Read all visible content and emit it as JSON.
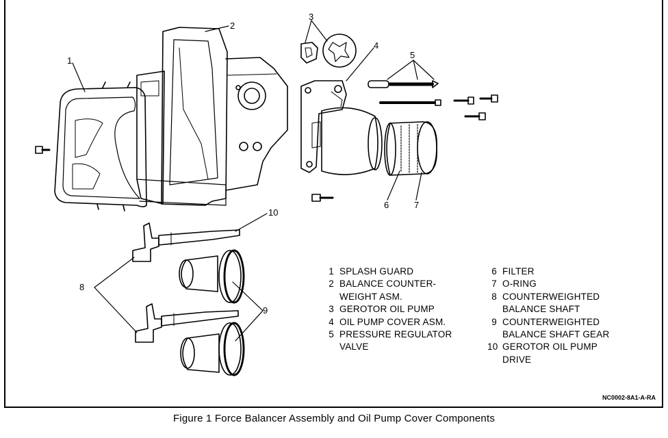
{
  "callouts": [
    "1",
    "2",
    "3",
    "4",
    "5",
    "6",
    "7",
    "8",
    "9",
    "10"
  ],
  "legend": [
    {
      "num": "1",
      "text": "SPLASH GUARD"
    },
    {
      "num": "2",
      "text": "BALANCE COUNTER-\nWEIGHT ASM."
    },
    {
      "num": "3",
      "text": "GEROTOR OIL PUMP"
    },
    {
      "num": "4",
      "text": "OIL PUMP COVER ASM."
    },
    {
      "num": "5",
      "text": "PRESSURE REGULATOR\nVALVE"
    },
    {
      "num": "6",
      "text": "FILTER"
    },
    {
      "num": "7",
      "text": "O-RING"
    },
    {
      "num": "8",
      "text": "COUNTERWEIGHTED\nBALANCE SHAFT"
    },
    {
      "num": "9",
      "text": "COUNTERWEIGHTED\nBALANCE SHAFT GEAR"
    },
    {
      "num": "10",
      "text": "GEROTOR OIL PUMP\nDRIVE"
    }
  ],
  "figure_code": "NC0002-8A1-A-RA",
  "caption": "Figure 1 Force Balancer Assembly and Oil Pump Cover Components",
  "colors": {
    "ink": "#000000",
    "paper": "#ffffff"
  }
}
